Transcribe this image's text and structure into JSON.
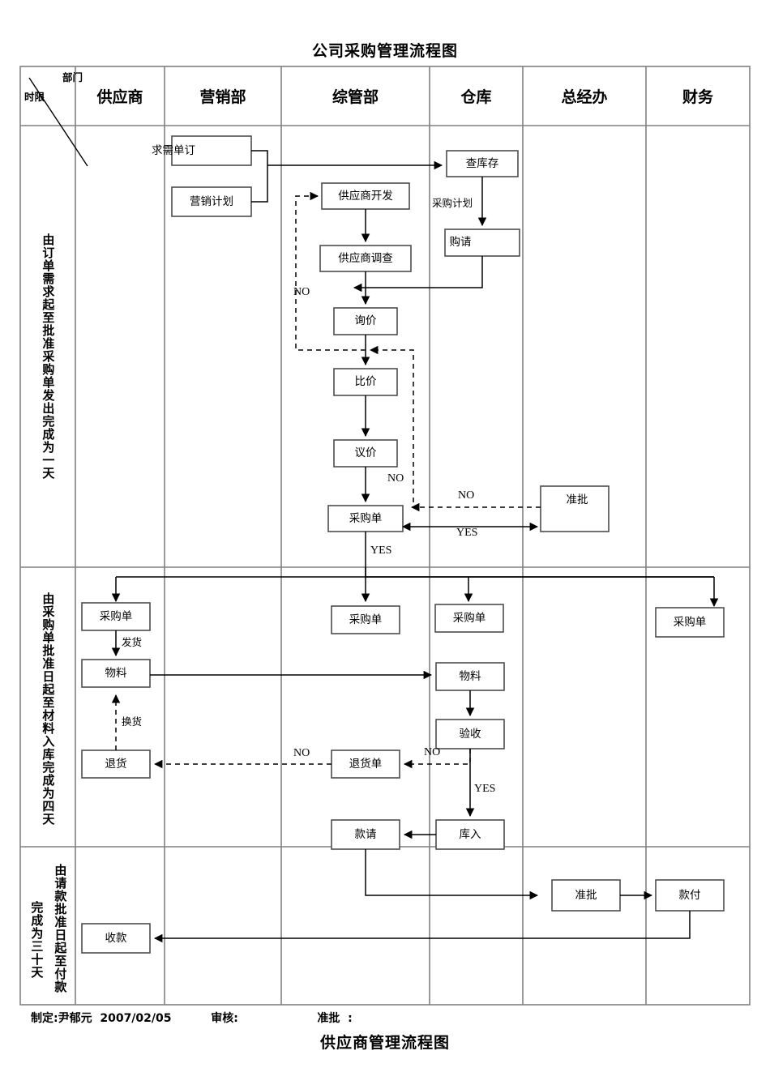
{
  "document": {
    "title_top": "公司采购管理流程图",
    "title_bottom": "供应商管理流程图",
    "footer": "制定:尹郁元  2007/02/05          审核:                    准批  :"
  },
  "table": {
    "corner_cell": {
      "top_label": "部门",
      "bottom_label": "时限"
    },
    "columns": [
      {
        "name": "supplier",
        "label": "供应商"
      },
      {
        "name": "marketing",
        "label": "营销部"
      },
      {
        "name": "general-admin",
        "label": "综管部"
      },
      {
        "name": "warehouse",
        "label": "仓库"
      },
      {
        "name": "gm-office",
        "label": "总经办"
      },
      {
        "name": "finance",
        "label": "财务"
      }
    ],
    "row_labels": [
      "由订单需求起至批准采购单发出完成为一天",
      "由采购单批准日起至材料入库完成为四天",
      "由请款批准日起至付款",
      "完成为三十天"
    ]
  },
  "nodes": {
    "order_demand": "求需单订",
    "marketing_plan": "营销计划",
    "check_stock": "查库存",
    "purchase_request": "购请",
    "supplier_dev": "供应商开发",
    "supplier_survey": "供应商调查",
    "inquiry": "询价",
    "compare_price": "比价",
    "negotiate_price": "议价",
    "purchase_order": "采购单",
    "approve_top": "准批",
    "po_supplier": "采购单",
    "po_admin": "采购单",
    "po_warehouse": "采购单",
    "po_finance": "采购单",
    "material_supplier": "物料",
    "material_warehouse": "物料",
    "inspect": "验收",
    "return_goods": "退货",
    "return_note": "退货单",
    "stock_in": "库入",
    "payment_request": "款请",
    "approve_bottom": "准批",
    "payment": "款付",
    "receive_money": "收款"
  },
  "edge_labels": {
    "purchase_plan": "采购计划",
    "no_supplier_dev": "NO",
    "no_negotiate": "NO",
    "no_approve": "NO",
    "yes_approve": "YES",
    "yes_po": "YES",
    "ship": "发货",
    "exchange": "换货",
    "no_return_left": "NO",
    "no_inspect": "NO",
    "yes_inspect": "YES"
  },
  "colors": {
    "ink": "#000000",
    "rule": "#808080",
    "box_border": "#4d4d4d",
    "background": "#ffffff"
  }
}
